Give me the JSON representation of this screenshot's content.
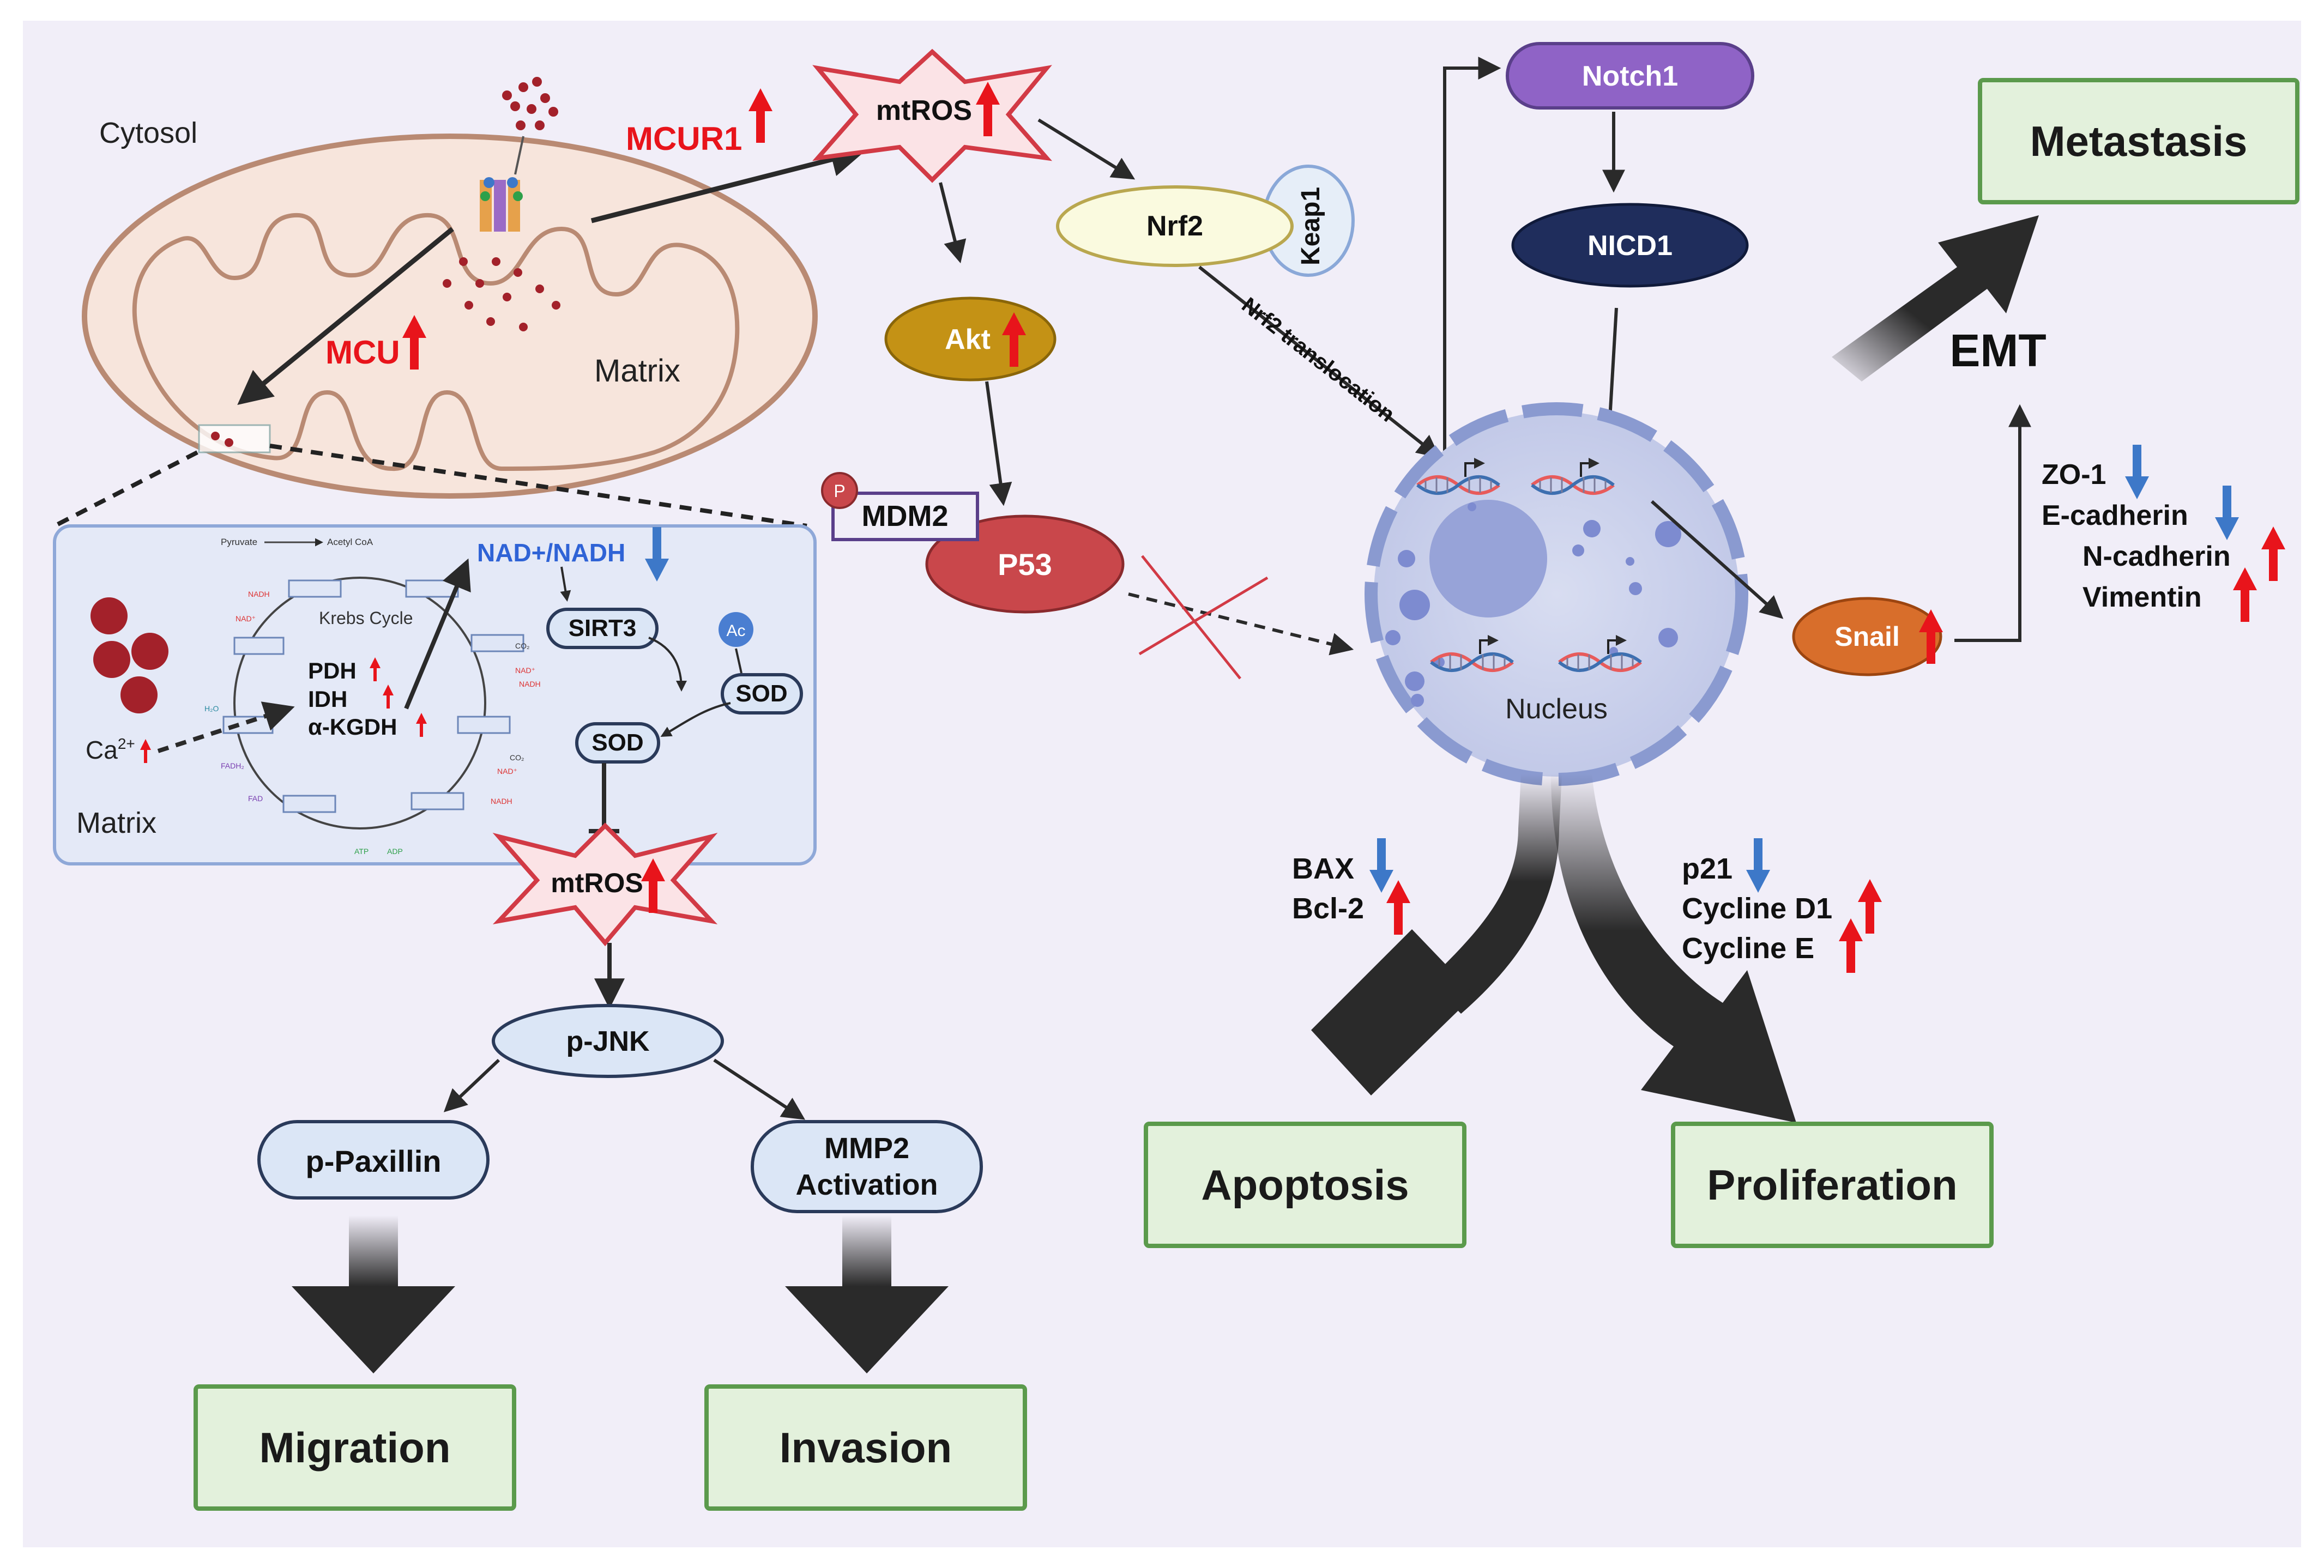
{
  "colors": {
    "background": "#f1eef8",
    "outcome_fill": "#e3f1dc",
    "outcome_border": "#5b9a4c",
    "up_arrow": "#e8141b",
    "down_arrow": "#3d78c8",
    "notch1": "#8f63c6",
    "nicd1": "#1f2d5c",
    "akt": "#c49215",
    "snail": "#d86e2b",
    "p53": "#c9474b",
    "nucleus": "#c9cfea",
    "mitochondria": "#f7e5dc"
  },
  "labels": {
    "cytosol": "Cytosol",
    "matrix_mito": "Matrix",
    "matrix_inset": "Matrix",
    "mcur1": "MCUR1",
    "mcu": "MCU",
    "mtros_top": "mtROS",
    "mtros_bottom": "mtROS",
    "nrf2": "Nrf2",
    "keap1": "Keap1",
    "akt": "Akt",
    "p": "P",
    "mdm2": "MDM2",
    "p53": "P53",
    "notch1": "Notch1",
    "nicd1": "NICD1",
    "nrf2_translocation": "Nrf2 translocation",
    "nucleus": "Nucleus",
    "snail": "Snail",
    "emt": "EMT",
    "nad_nadh": "NAD+/NADH",
    "sirt3": "SIRT3",
    "ac": "Ac",
    "sod_acetyl": "SOD",
    "sod": "SOD",
    "ca": "Ca",
    "ca_sup": "2+",
    "krebs_cycle": "Krebs Cycle",
    "pyruvate": "Pyruvate",
    "acetyl_coa": "Acetyl CoA",
    "pdh": "PDH",
    "idh": "IDH",
    "akgdh": "α-KGDH",
    "nadh": "NADH",
    "nad_plus": "NAD⁺",
    "co2": "CO₂",
    "fadh2": "FADH₂",
    "fad": "FAD",
    "atp": "ATP",
    "adp": "ADP",
    "h2o": "H₂O",
    "pjnk": "p-JNK",
    "ppaxillin": "p-Paxillin",
    "mmp2_line1": "MMP2",
    "mmp2_line2": "Activation"
  },
  "emt_markers": [
    {
      "name": "ZO-1",
      "direction": "down"
    },
    {
      "name": "E-cadherin",
      "direction": "down"
    },
    {
      "name": "N-cadherin",
      "direction": "up"
    },
    {
      "name": "Vimentin",
      "direction": "up"
    }
  ],
  "apoptosis_markers": [
    {
      "name": "BAX",
      "direction": "down"
    },
    {
      "name": "Bcl-2",
      "direction": "up"
    }
  ],
  "proliferation_markers": [
    {
      "name": "p21",
      "direction": "down"
    },
    {
      "name": "Cycline D1",
      "direction": "up"
    },
    {
      "name": "Cycline E",
      "direction": "up"
    }
  ],
  "outcomes": {
    "metastasis": "Metastasis",
    "apoptosis": "Apoptosis",
    "proliferation": "Proliferation",
    "migration": "Migration",
    "invasion": "Invasion"
  }
}
